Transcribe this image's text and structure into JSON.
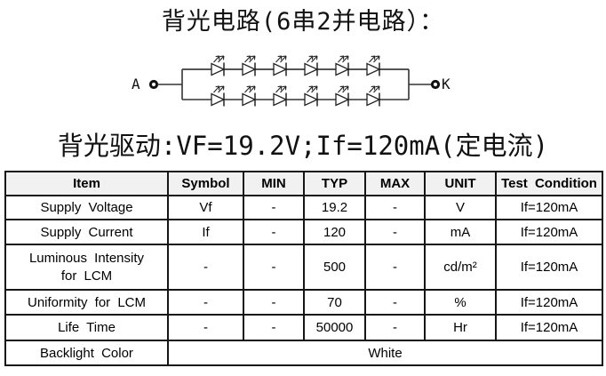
{
  "page": {
    "title_circuit": "背光电路(6串2并电路）：",
    "title_drive": "背光驱动:VF=19.2V;If=120mA(定电流)"
  },
  "circuit": {
    "anode_label": "A",
    "cathode_label": "K",
    "parallel_branches": 2,
    "leds_per_branch": 6
  },
  "colors": {
    "table_header_bg": "#f1f1f1",
    "table_border": "#161616",
    "text": "#000000"
  },
  "table": {
    "headers": [
      "Item",
      "Symbol",
      "MIN",
      "TYP",
      "MAX",
      "UNIT",
      "Test Condition"
    ],
    "rows": [
      {
        "item": "Supply Voltage",
        "symbol": "Vf",
        "min": "-",
        "typ": "19.2",
        "max": "-",
        "unit": "V",
        "condition": "If=120mA"
      },
      {
        "item": "Supply Current",
        "symbol": "If",
        "min": "-",
        "typ": "120",
        "max": "-",
        "unit": "mA",
        "condition": "If=120mA"
      },
      {
        "item": "Luminous Intensity for LCM",
        "item_lines": [
          "Luminous Intensity",
          "for LCM"
        ],
        "symbol": "-",
        "min": "-",
        "typ": "500",
        "max": "-",
        "unit": "cd/m²",
        "condition": "If=120mA"
      },
      {
        "item": "Uniformity for LCM",
        "symbol": "-",
        "min": "-",
        "typ": "70",
        "max": "-",
        "unit": "%",
        "condition": "If=120mA"
      },
      {
        "item": "Life Time",
        "symbol": "-",
        "min": "-",
        "typ": "50000",
        "max": "-",
        "unit": "Hr",
        "condition": "If=120mA"
      },
      {
        "item": "Backlight Color",
        "merged_value": "White"
      }
    ]
  }
}
